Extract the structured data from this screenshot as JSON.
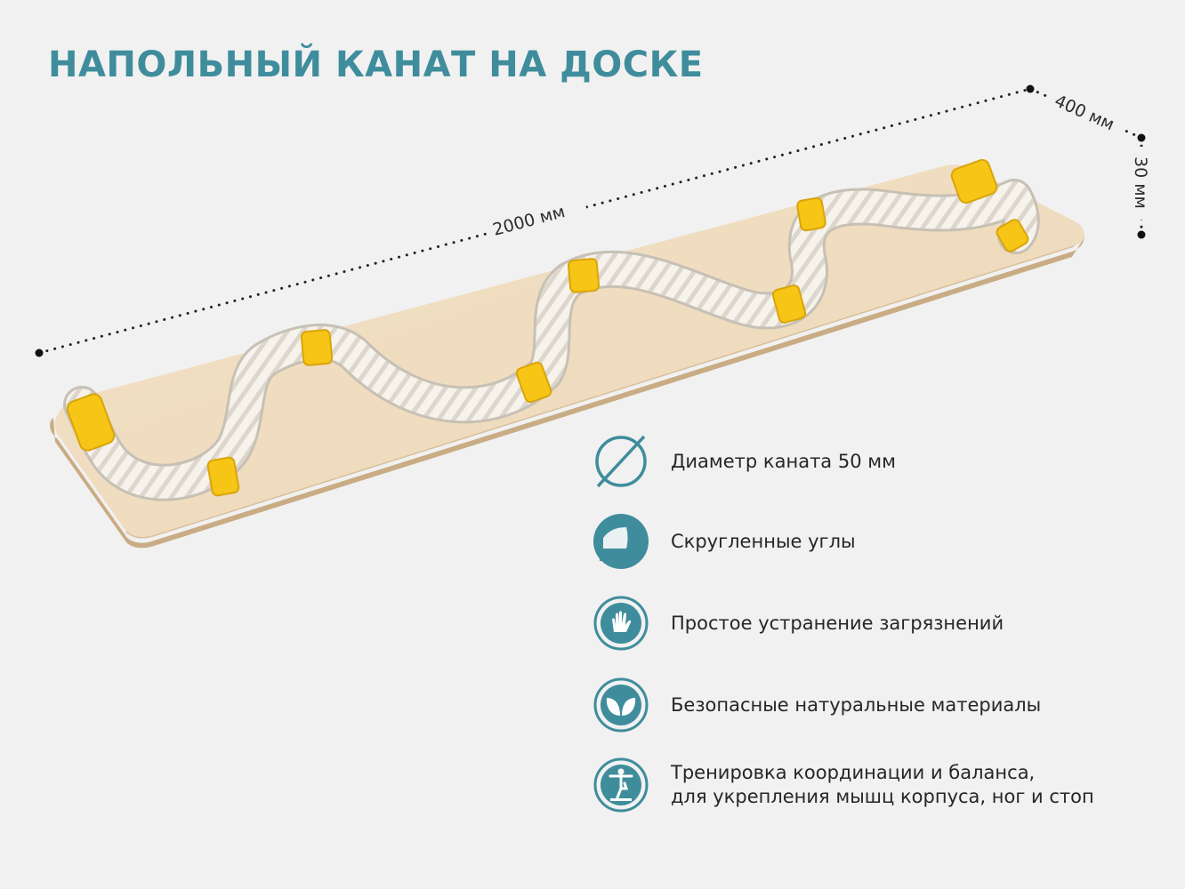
{
  "title": "НАПОЛЬНЫЙ КАНАТ НА ДОСКЕ",
  "dimensions": {
    "length": "2000 мм",
    "width": "400 мм",
    "thickness": "30 мм"
  },
  "colors": {
    "accent": "#3f8d9c",
    "board": "#f1dcc0",
    "rope": "#f4f0ea",
    "clip": "#f7c515"
  },
  "features": [
    {
      "icon": "diameter-icon",
      "lines": [
        "Диаметр каната 50 мм"
      ]
    },
    {
      "icon": "rounded-corner-icon",
      "lines": [
        "Скругленные углы"
      ]
    },
    {
      "icon": "hand-wash-icon",
      "lines": [
        "Простое устранение загрязнений"
      ]
    },
    {
      "icon": "leaf-icon",
      "lines": [
        "Безопасные натуральные материалы"
      ]
    },
    {
      "icon": "balance-person-icon",
      "lines": [
        "Тренировка координации и баланса,",
        "для укрепления мышц корпуса, ног и стоп"
      ]
    }
  ]
}
